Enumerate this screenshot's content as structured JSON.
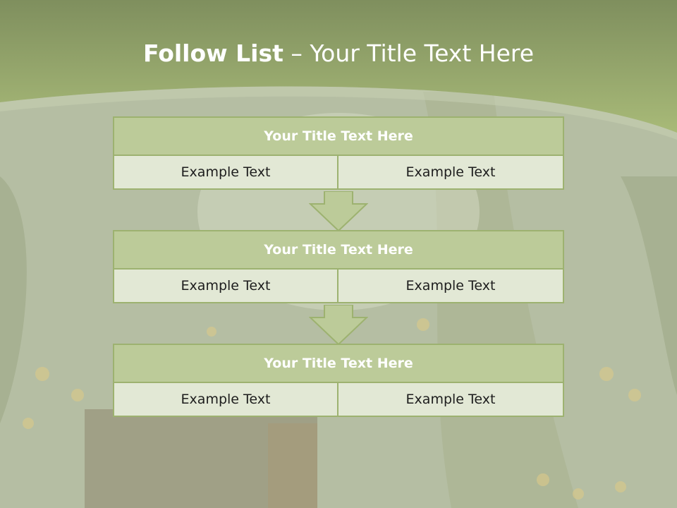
{
  "slide": {
    "title_bold": "Follow List",
    "title_rest": " – Your Title Text Here"
  },
  "steps": [
    {
      "title": "Your Title Text Here",
      "left": "Example Text",
      "right": "Example Text"
    },
    {
      "title": "Your Title Text Here",
      "left": "Example Text",
      "right": "Example Text"
    },
    {
      "title": "Your Title Text Here",
      "left": "Example Text",
      "right": "Example Text"
    }
  ],
  "colors": {
    "header": "#a4b57a",
    "title_fill": "#bccb99",
    "cell_fill": "#e2e8d5",
    "border": "#9db270"
  }
}
